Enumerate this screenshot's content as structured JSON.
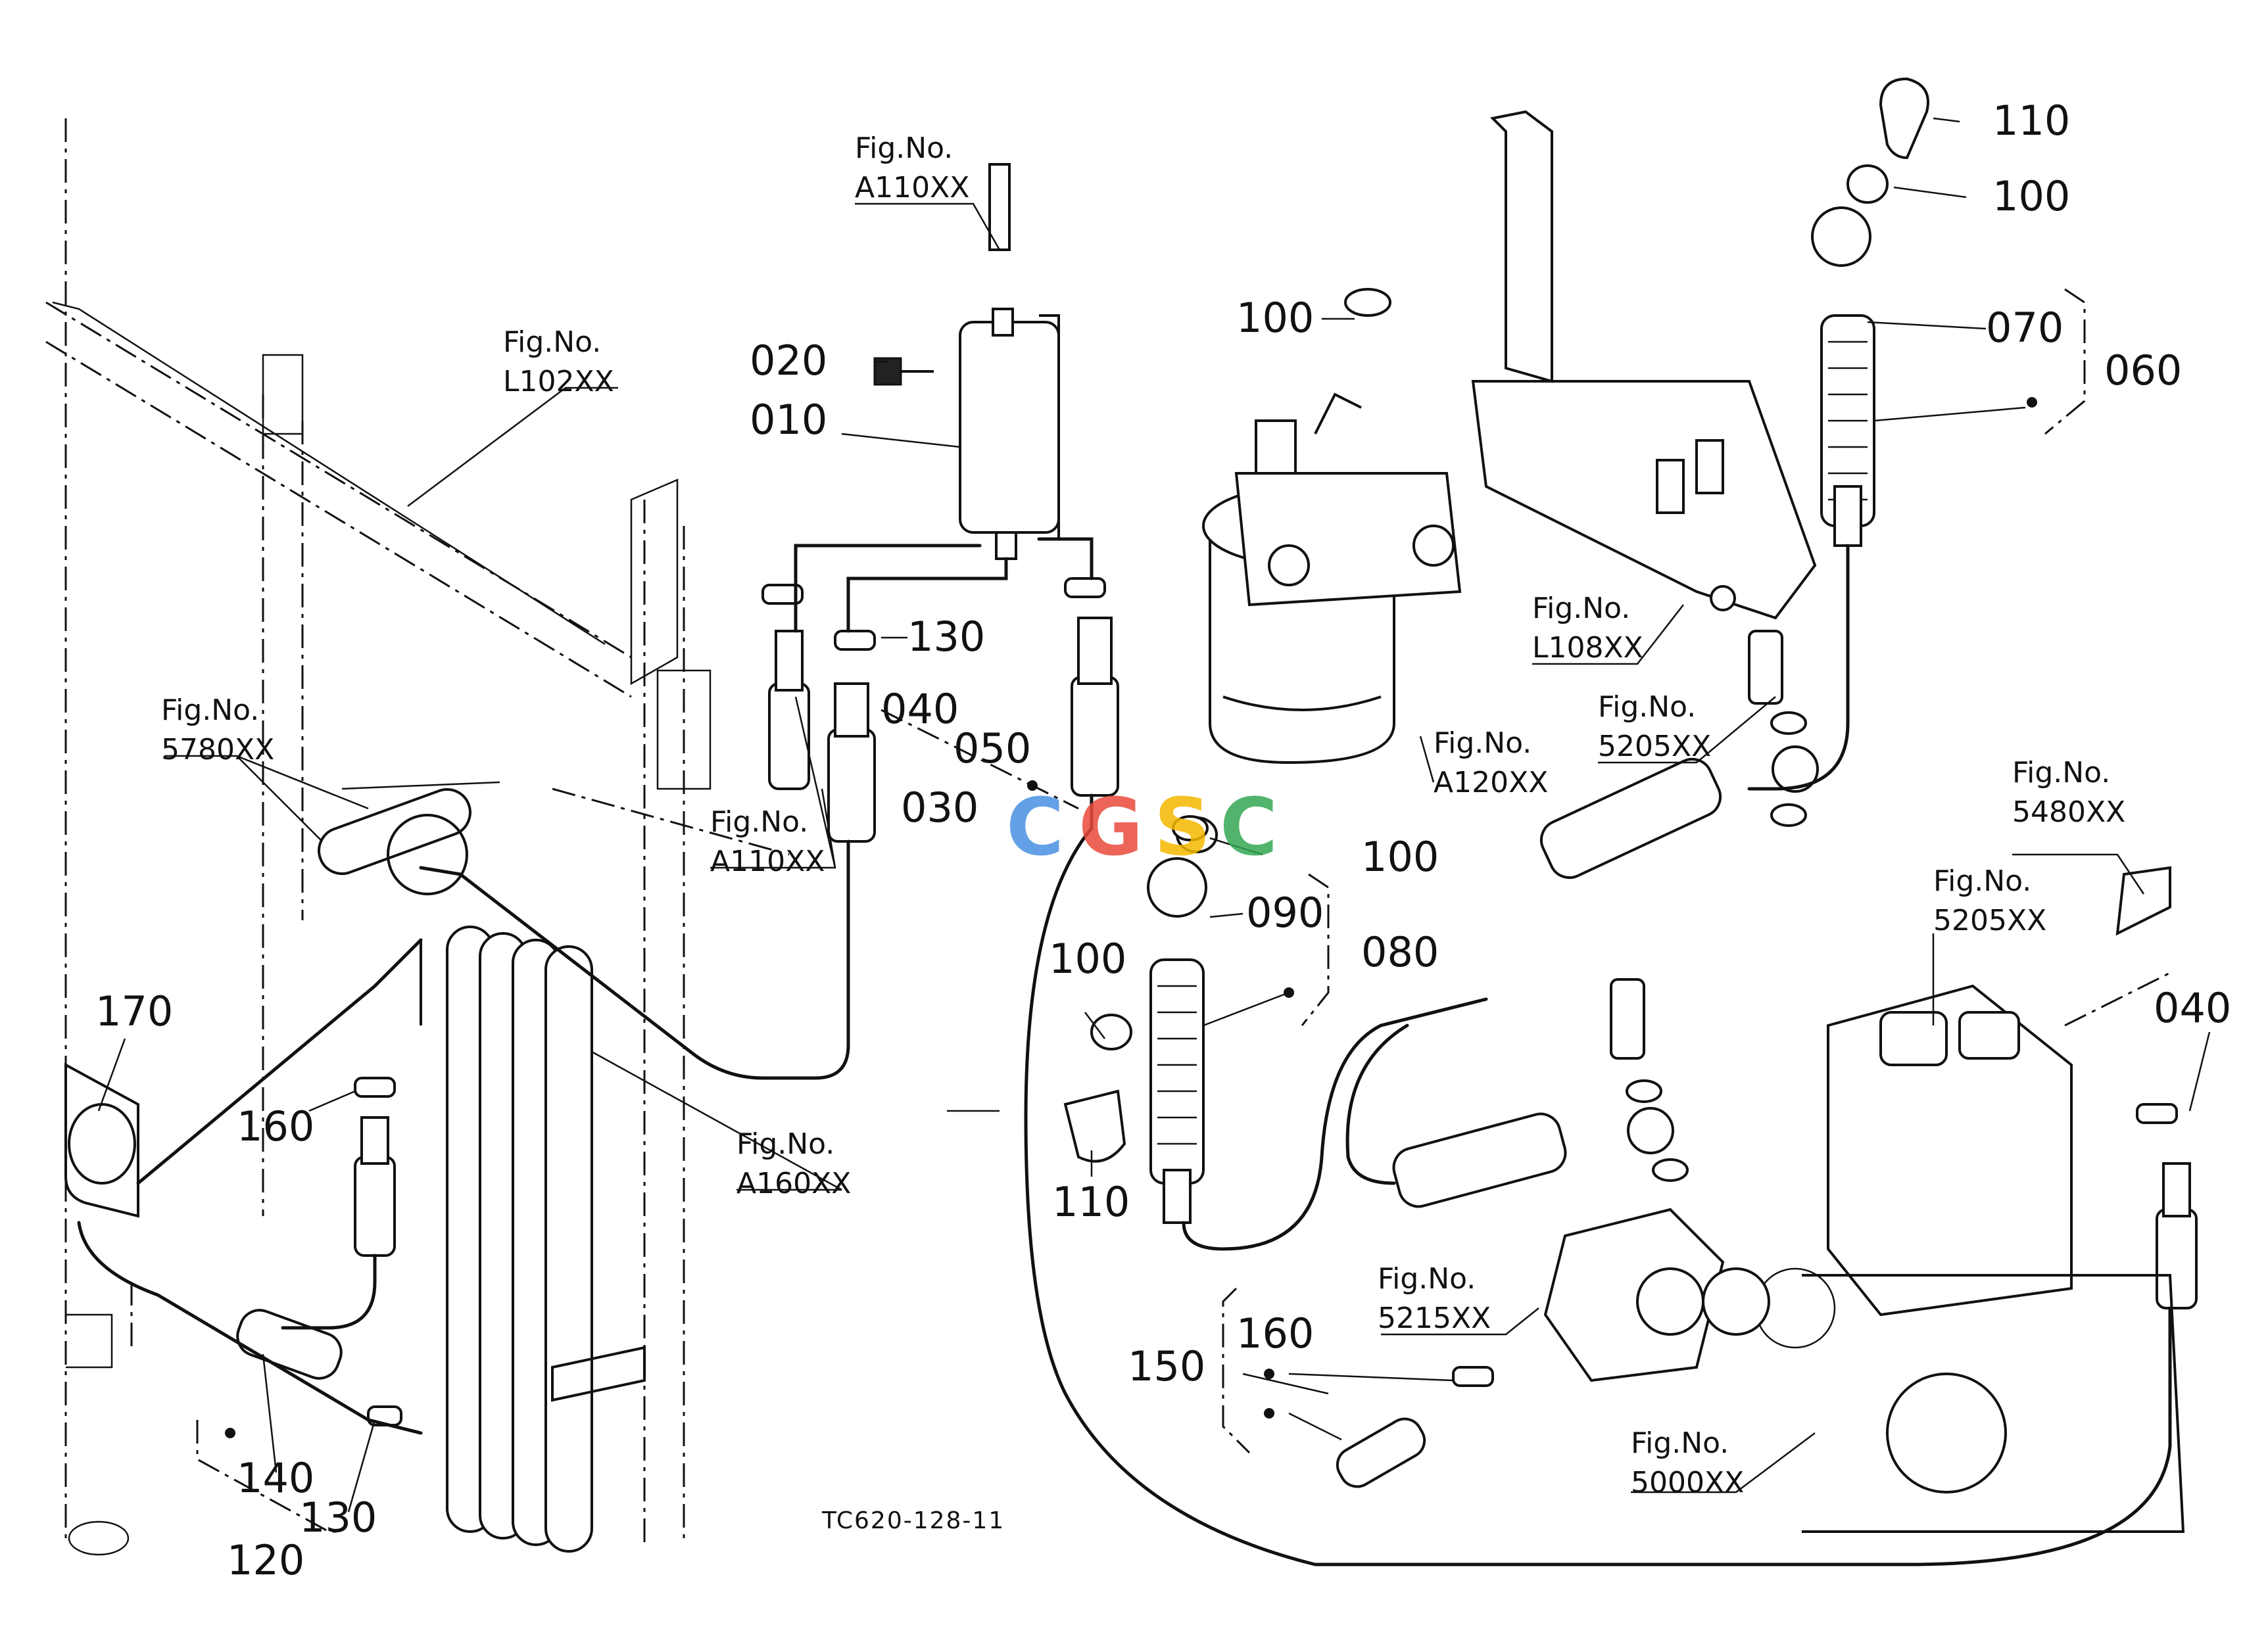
{
  "callouts": [
    {
      "id": "fig-a110xx-top",
      "line1": "Fig.No.",
      "line2": "A110XX"
    },
    {
      "id": "fig-l102xx",
      "line1": "Fig.No.",
      "line2": "L102XX"
    },
    {
      "id": "fig-5780xx",
      "line1": "Fig.No.",
      "line2": "5780XX"
    },
    {
      "id": "fig-a110xx-mid",
      "line1": "Fig.No.",
      "line2": "A110XX"
    },
    {
      "id": "fig-a160xx",
      "line1": "Fig.No.",
      "line2": "A160XX"
    },
    {
      "id": "fig-l108xx",
      "line1": "Fig.No.",
      "line2": "L108XX"
    },
    {
      "id": "fig-a120xx",
      "line1": "Fig.No.",
      "line2": "A120XX"
    },
    {
      "id": "fig-5205xx-upper",
      "line1": "Fig.No.",
      "line2": "5205XX"
    },
    {
      "id": "fig-5480xx",
      "line1": "Fig.No.",
      "line2": "5480XX"
    },
    {
      "id": "fig-5205xx-lower",
      "line1": "Fig.No.",
      "line2": "5205XX"
    },
    {
      "id": "fig-5215xx",
      "line1": "Fig.No.",
      "line2": "5215XX"
    },
    {
      "id": "fig-5000xx",
      "line1": "Fig.No.",
      "line2": "5000XX"
    }
  ],
  "parts": [
    "010",
    "020",
    "030",
    "040",
    "050",
    "060",
    "070",
    "080",
    "090",
    "100",
    "100",
    "100",
    "100",
    "110",
    "110",
    "120",
    "130",
    "130",
    "140",
    "150",
    "160",
    "160",
    "170",
    "040"
  ],
  "drawing_code": "TC620-128-11",
  "watermark": {
    "letters": [
      "C",
      "G",
      "S",
      "C"
    ],
    "colors": [
      "#4a90e2",
      "#e94b3c",
      "#f5b800",
      "#34a853"
    ]
  }
}
